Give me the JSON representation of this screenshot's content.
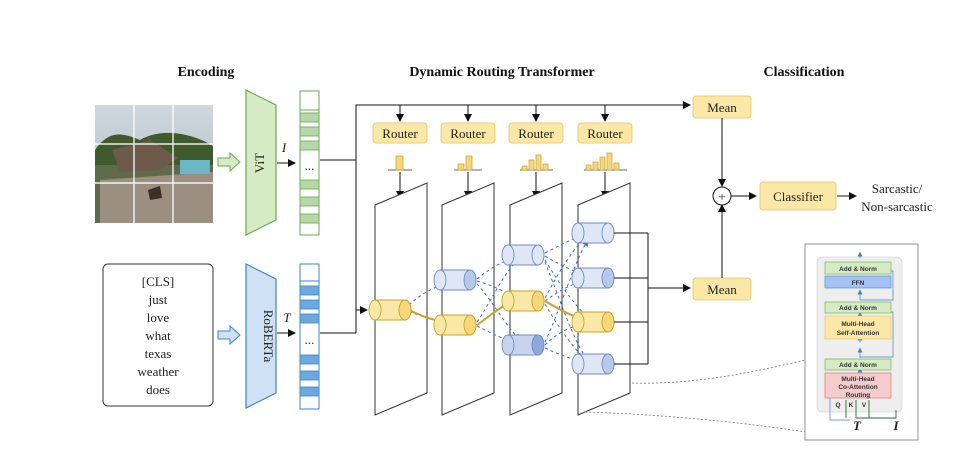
{
  "headings": {
    "encoding": "Encoding",
    "routing": "Dynamic Routing Transformer",
    "classification": "Classification"
  },
  "encoders": {
    "vit": "ViT",
    "roberta": "RoBERTa",
    "image_symbol": "I",
    "text_symbol": "T",
    "ellipsis": "..."
  },
  "text_tokens": [
    "[CLS]",
    "just",
    "love",
    "what",
    "texas",
    "weather",
    "does"
  ],
  "routers": [
    "Router",
    "Router",
    "Router",
    "Router"
  ],
  "mean_top": "Mean",
  "mean_bottom": "Mean",
  "plus_symbol": "+",
  "classifier": "Classifier",
  "output": [
    "Sarcastic/",
    "Non-sarcastic"
  ],
  "detail": {
    "add_norm_1": "Add & Norm",
    "ffn": "FFN",
    "add_norm_2": "Add & Norm",
    "self_attn": [
      "Multi-Head",
      "Self-Attention"
    ],
    "add_norm_3": "Add & Norm",
    "co_attn": [
      "Multi-Head",
      "Co-Attention",
      "Routing"
    ],
    "qkv": [
      "Q",
      "K",
      "V"
    ],
    "inputs": [
      "T",
      "I"
    ]
  },
  "colors": {
    "green_fill": "#d5ebc4",
    "green_stroke": "#6aa84f",
    "blue_fill": "#cfe2f3",
    "blue_stroke": "#3d85c6",
    "yellow_fill": "#fce8a6",
    "router_fill": "#fce8a6",
    "cell_yellow": "#f6d77b",
    "cell_blue": "#b7c9ea",
    "arrow_gold": "#c9a227",
    "arrow_blue": "#3d6fd1",
    "pink_fill": "#f4cccc"
  }
}
